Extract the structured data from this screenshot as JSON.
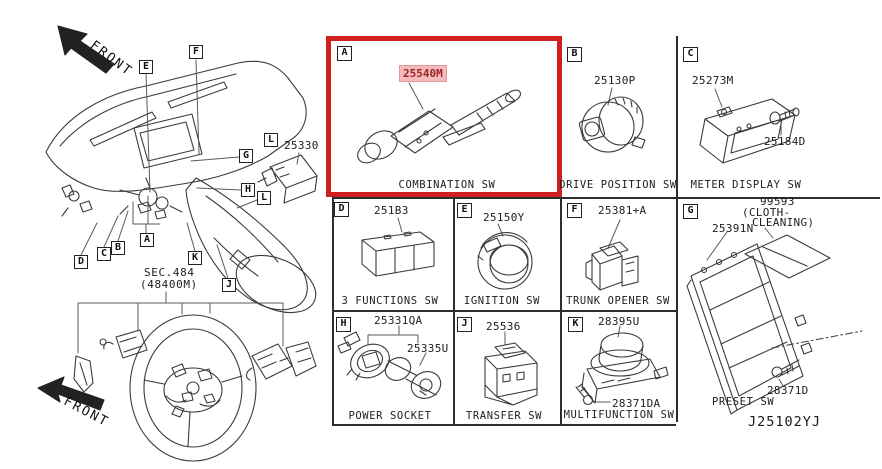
{
  "title_code": "J25102YJ",
  "colors": {
    "red_box": "#d01f1f",
    "tag_bg": "#f4babc",
    "tag_text": "#9c2427",
    "line": "#3b3b3b"
  },
  "left": {
    "front_top": "FRONT",
    "front_bottom": "FRONT",
    "sec": "SEC.484",
    "sec_sub": "(48400M)",
    "inset": {
      "ref": "L",
      "part": "25330"
    },
    "callouts": {
      "a": "A",
      "b": "B",
      "c": "C",
      "d": "D",
      "e": "E",
      "f": "F",
      "g": "G",
      "h": "H",
      "j": "J",
      "k": "K",
      "l": "L"
    }
  },
  "grid": {
    "a": {
      "ref": "A",
      "part": "25540M",
      "caption": "COMBINATION SW",
      "highlighted": true
    },
    "b": {
      "ref": "B",
      "part": "25130P",
      "caption": "DRIVE POSITION SW"
    },
    "c": {
      "ref": "C",
      "part_main": "25273M",
      "part_screw": "25184D",
      "caption": "METER DISPLAY SW"
    },
    "d": {
      "ref": "D",
      "part": "251B3",
      "caption": "3 FUNCTIONS SW"
    },
    "e": {
      "ref": "E",
      "part": "25150Y",
      "caption": "IGNITION SW"
    },
    "f": {
      "ref": "F",
      "part": "25381+A",
      "caption": "TRUNK OPENER SW"
    },
    "g": {
      "ref": "G",
      "cloth_part": "99593",
      "cloth_note1": "(CLOTH-",
      "cloth_note2": "CLEANING)",
      "panel_part": "25391N",
      "screw_part": "28371D",
      "caption": "PRESET SW"
    },
    "h": {
      "ref": "H",
      "part_socket": "25331QA",
      "part_lighter": "25335U",
      "caption": "POWER SOCKET"
    },
    "j": {
      "ref": "J",
      "part": "25536",
      "caption": "TRANSFER SW"
    },
    "k": {
      "ref": "K",
      "part": "28395U",
      "screw_part": "28371DA",
      "caption": "MULTIFUNCTION SW"
    }
  }
}
